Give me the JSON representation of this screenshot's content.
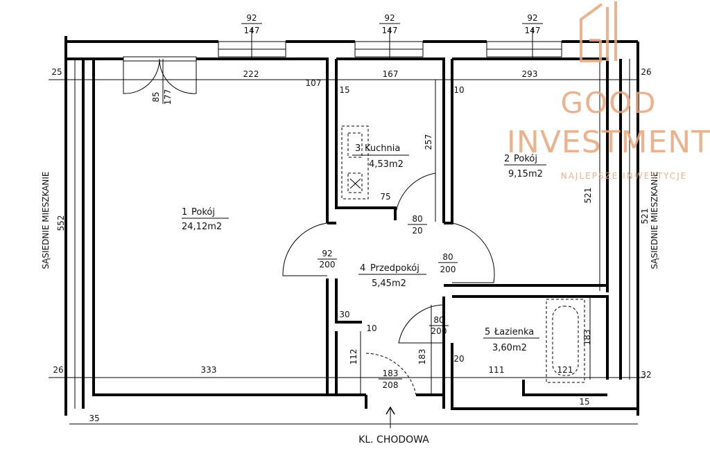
{
  "windows": [
    {
      "top": "92",
      "bottom": "147"
    },
    {
      "top": "92",
      "bottom": "147"
    },
    {
      "top": "92",
      "bottom": "147"
    }
  ],
  "dimensions": {
    "d25": "25",
    "d222": "222",
    "d107": "107",
    "d167": "167",
    "d293": "293",
    "d26top": "26",
    "d85": "85",
    "d177": "177",
    "d15top": "15",
    "d10top": "10",
    "d257": "257",
    "d552": "552",
    "d521left": "521",
    "d521right": "521",
    "d75": "75",
    "d80a": "80",
    "d20a": "20",
    "d92": "92",
    "d200a": "200",
    "d80b": "80",
    "d200b": "200",
    "d30": "30",
    "d10mid": "10",
    "d80c": "80",
    "d200c": "200",
    "d112": "112",
    "d183left": "183",
    "d20b": "20",
    "d183right": "183",
    "d26bottom": "26",
    "d333": "333",
    "d183bottom": "183",
    "d208": "208",
    "d111": "111",
    "d121": "121",
    "d32": "32",
    "d35": "35",
    "d15bottom": "15"
  },
  "rooms": [
    {
      "num": "1",
      "name": "Pokój",
      "area": "24,12m2"
    },
    {
      "num": "2",
      "name": "Pokój",
      "area": "9,15m2"
    },
    {
      "num": "3",
      "name": "Kuchnia",
      "area": "4,53m2"
    },
    {
      "num": "4",
      "name": "Przedpokój",
      "area": "5,45m2"
    },
    {
      "num": "5",
      "name": "Łazienka",
      "area": "3,60m2"
    }
  ],
  "side_labels": {
    "left": "SĄSIEDNIE MIESZKANIE",
    "right": "SĄSIEDNIE MIESZKANIE"
  },
  "entrance": "KL. CHODOWA",
  "watermark": {
    "line1": "GOOD",
    "line2": "INVESTMENT",
    "line3": "NAJLEPSZE INWESTYCJE",
    "color": "#e8a57a"
  }
}
